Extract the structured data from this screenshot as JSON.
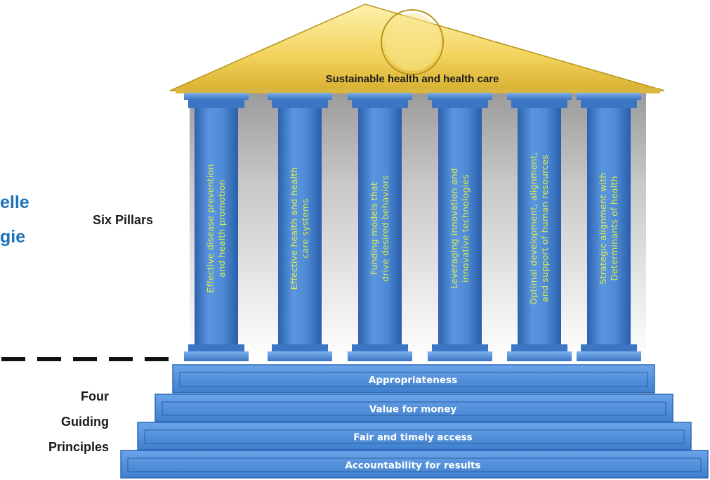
{
  "roof": {
    "title": "Sustainable health and health care"
  },
  "side": {
    "cut_line_1": "elle",
    "cut_line_2": "gie",
    "six_pillars": "Six Pillars",
    "guiding_1": "Four",
    "guiding_2": "Guiding",
    "guiding_3": "Principles"
  },
  "pillars": [
    {
      "line1": "Effective disease prevention",
      "line2": "and health promotion",
      "line3": ""
    },
    {
      "line1": "Effective health and health",
      "line2": "care systems",
      "line3": ""
    },
    {
      "line1": "Funding models that",
      "line2": "drive desired behaviors",
      "line3": ""
    },
    {
      "line1": "Leveraging innovation and",
      "line2": "innovative technologies",
      "line3": ""
    },
    {
      "line1": "Optimal development, alignment,",
      "line2": "and support of human resources",
      "line3": ""
    },
    {
      "line1": "Strategic alignment with",
      "line2": "Determinants of health",
      "line3": ""
    }
  ],
  "steps": [
    {
      "label": "Appropriateness"
    },
    {
      "label": "Value for money"
    },
    {
      "label": "Fair and timely access"
    },
    {
      "label": "Accountability for results"
    }
  ],
  "colors": {
    "roof": "#f0d25a",
    "pillar": "#4a86d4",
    "step": "#4d8fdb",
    "pillar_text": "#d9ec4a",
    "cut_text": "#1b72b8"
  }
}
